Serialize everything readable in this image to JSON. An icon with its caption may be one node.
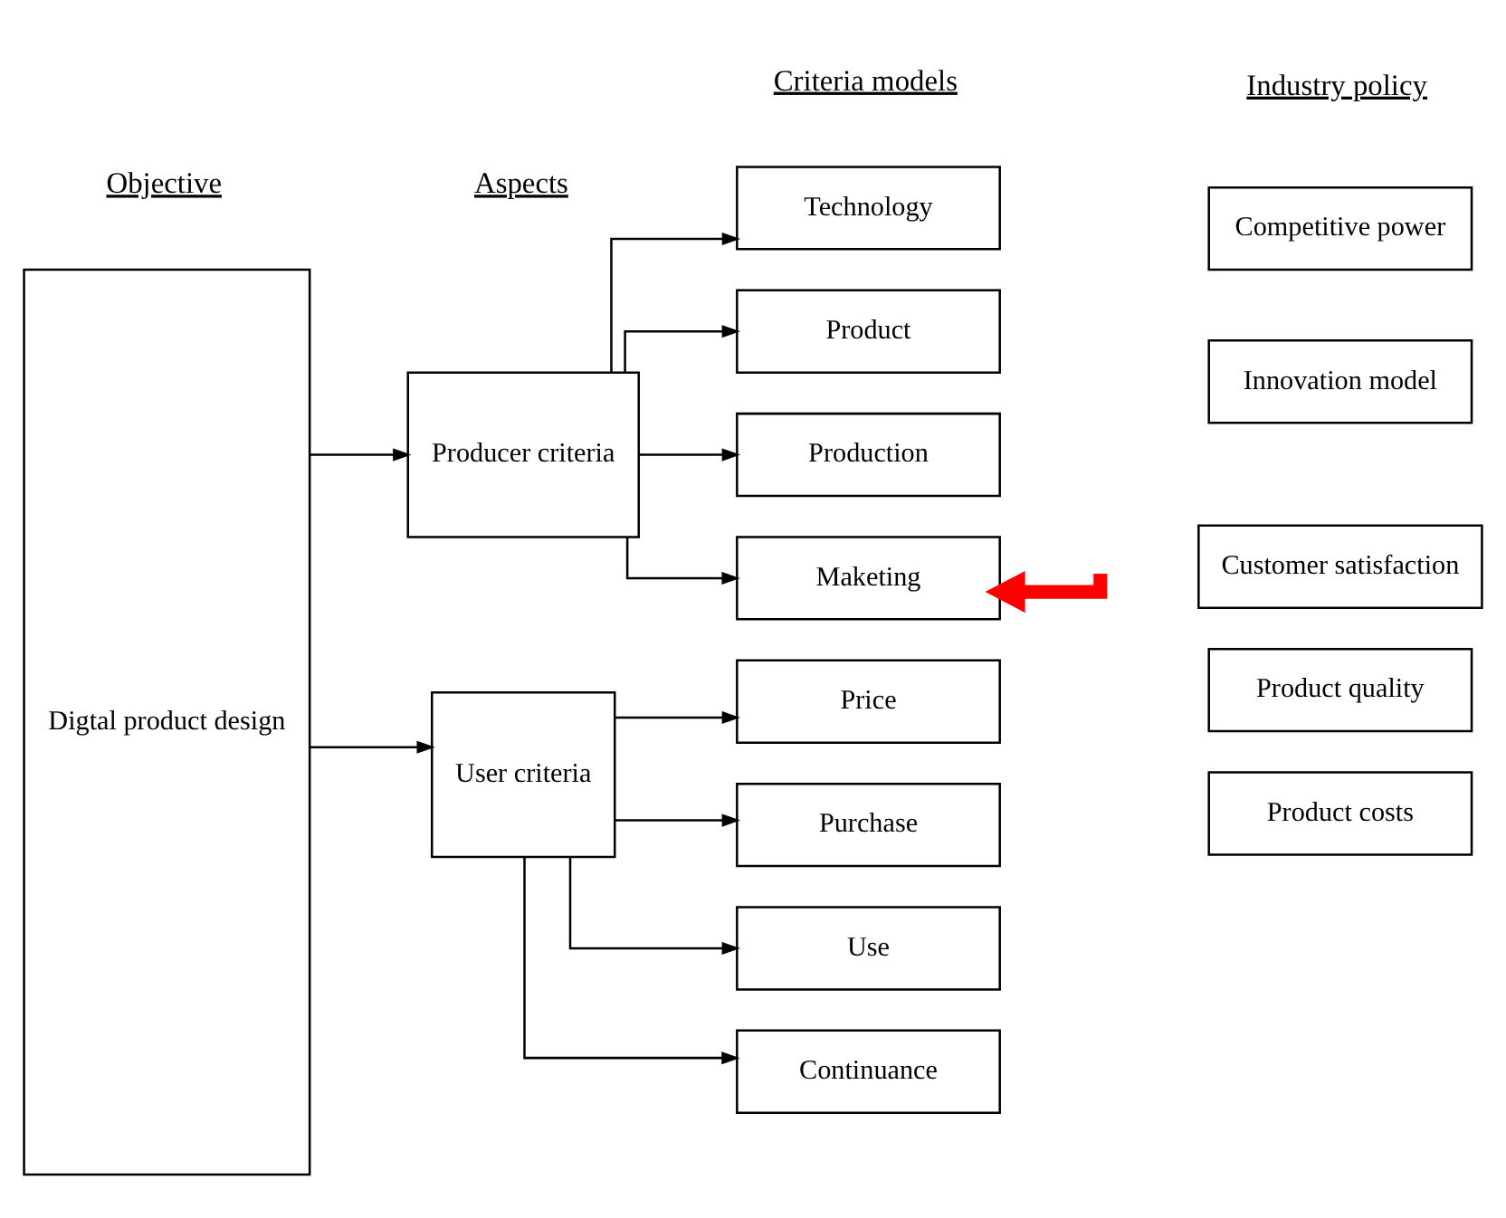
{
  "diagram": {
    "nodes": [
      {
        "text": [
          "Digtal product design"
        ]
      },
      {
        "text": [
          "Producer criteria"
        ]
      },
      {
        "text": [
          "User criteria"
        ]
      },
      {
        "text": [
          "Technology"
        ]
      },
      {
        "text": [
          "Product"
        ]
      },
      {
        "text": [
          "Production"
        ]
      },
      {
        "text": [
          "Maketing"
        ]
      },
      {
        "text": [
          "Price"
        ]
      },
      {
        "text": [
          "Purchase"
        ]
      },
      {
        "text": [
          "Use"
        ]
      },
      {
        "text": [
          "Continuance"
        ]
      },
      {
        "text": [
          "Competitive power"
        ]
      },
      {
        "text": [
          "Innovation model"
        ]
      },
      {
        "text": [
          "Customer satisfaction"
        ]
      },
      {
        "text": [
          "Product quality"
        ]
      },
      {
        "text": [
          "Product costs"
        ]
      }
    ],
    "edges": [
      {
        "from": 0,
        "to": 1,
        "arrow": "to"
      },
      {
        "from": 0,
        "to": 2,
        "arrow": "to"
      },
      {
        "from": 1,
        "to": 3,
        "arrow": "to"
      },
      {
        "from": 1,
        "to": 4,
        "arrow": "to"
      },
      {
        "from": 1,
        "to": 5,
        "arrow": "to"
      },
      {
        "from": 1,
        "to": 6,
        "arrow": "to"
      },
      {
        "from": 2,
        "to": 7,
        "arrow": "to"
      },
      {
        "from": 2,
        "to": 8,
        "arrow": "to"
      },
      {
        "from": 2,
        "to": 9,
        "arrow": "to"
      },
      {
        "from": 2,
        "to": 10,
        "arrow": "to"
      },
      {
        "from": null,
        "to": 6,
        "arrow": "to",
        "style": "thick",
        "color": "#ff0000"
      }
    ],
    "labels": [
      "Objective",
      "Aspects",
      "Criteria models",
      "Industry policy"
    ]
  }
}
